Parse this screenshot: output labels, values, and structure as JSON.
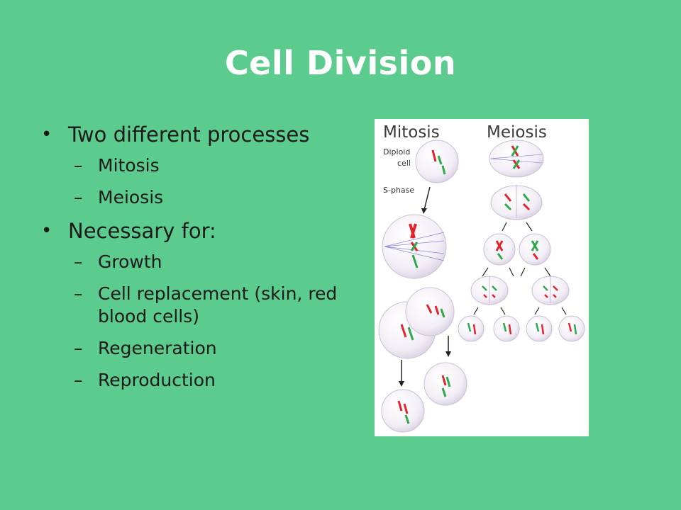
{
  "slide": {
    "title": "Cell Division",
    "background": "#5ccb8e",
    "bullets": [
      {
        "text": "Two different processes",
        "subitems": [
          "Mitosis",
          "Meiosis"
        ]
      },
      {
        "text": "Necessary for:",
        "subitems": [
          "Growth",
          "Cell replacement (skin, red blood cells)",
          "Regeneration",
          "Reproduction"
        ]
      }
    ]
  },
  "figure": {
    "mitosis_heading": "Mitosis",
    "meiosis_heading": "Meiosis",
    "label_diploid": "Diploid",
    "label_cell": "cell",
    "label_sphase": "S-phase",
    "chromosome_colors": {
      "red": "#e0242b",
      "green": "#2fa84a"
    }
  }
}
